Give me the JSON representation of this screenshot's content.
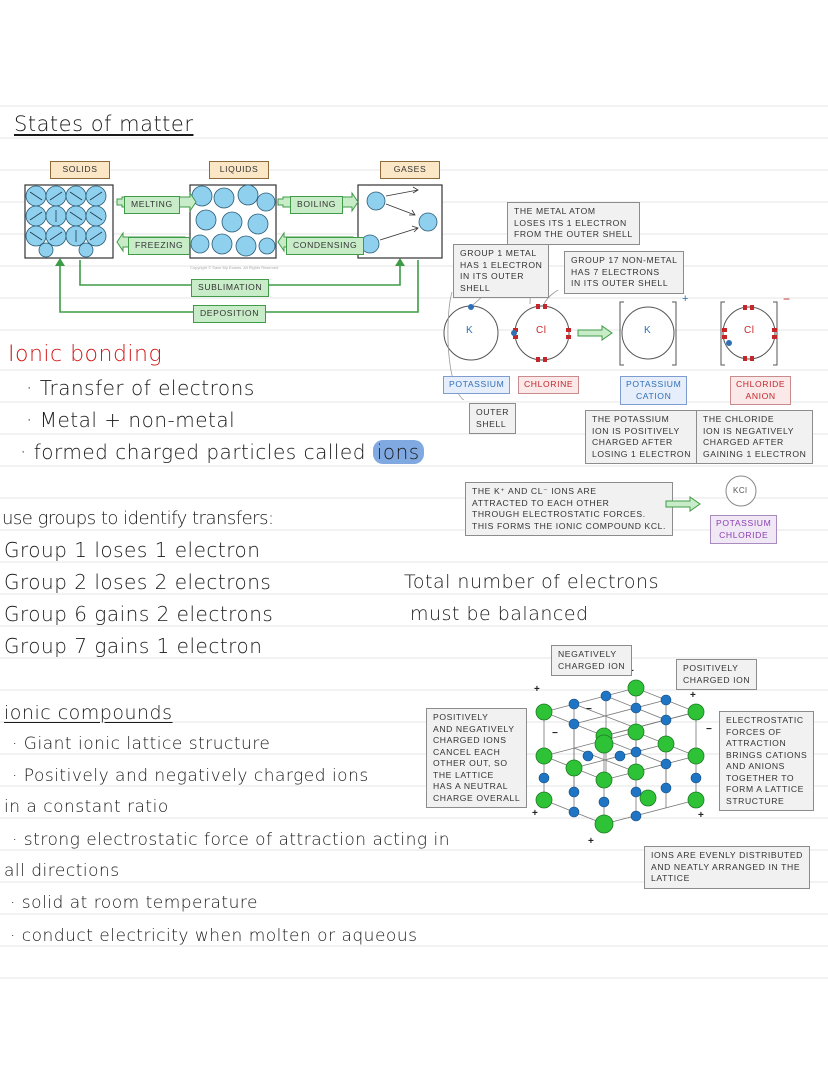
{
  "states": {
    "heading": "States of matter",
    "solids": "SOLIDS",
    "liquids": "LIQUIDS",
    "gases": "GASES",
    "melting": "MELTING",
    "freezing": "FREEZING",
    "boiling": "BOILING",
    "condensing": "CONDENSING",
    "sublimation": "SUBLIMATION",
    "deposition": "DEPOSITION",
    "copyright": "Copyright © Save My Exams. All Rights Reserved"
  },
  "ionic_bonding": {
    "heading": "Ionic bonding",
    "bullets": [
      "· Transfer of electrons",
      "· Metal + non-metal",
      "· formed charged particles called"
    ],
    "highlight": "ions",
    "callout_metal_atom": "THE METAL ATOM\nLOSES ITS 1 ELECTRON\nFROM THE OUTER SHELL",
    "callout_group1": "GROUP 1 METAL\nHAS 1 ELECTRON\nIN ITS OUTER\nSHELL",
    "callout_group17": "GROUP 17 NON-METAL\nHAS 7 ELECTRONS\nIN ITS OUTER SHELL",
    "k_symbol": "K",
    "cl_symbol": "Cl",
    "plus_sign": "+",
    "minus_sign": "−",
    "label_potassium": "POTASSIUM",
    "label_chlorine": "CHLORINE",
    "label_potassium_cation": "POTASSIUM\nCATION",
    "label_chloride_anion": "CHLORIDE\nANION",
    "callout_outer_shell": "OUTER\nSHELL",
    "callout_k_ion": "THE POTASSIUM\nION IS POSITIVELY\nCHARGED AFTER\nLOSING 1 ELECTRON",
    "callout_cl_ion": "THE CHLORIDE\nION IS NEGATIVELY\nCHARGED AFTER\nGAINING 1 ELECTRON",
    "callout_attraction": "THE K⁺ AND Cl⁻ IONS ARE\nATTRACTED TO EACH OTHER\nTHROUGH ELECTROSTATIC FORCES.\nTHIS FORMS THE IONIC COMPOUND KCl.",
    "kcl_symbol": "KCl",
    "label_potassium_chloride": "POTASSIUM\nCHLORIDE"
  },
  "groups": {
    "heading": "use groups to identify transfers:",
    "lines": [
      "Group 1 loses 1 electron",
      "Group 2 loses 2 electrons",
      "Group 6 gains 2 electrons",
      "Group 7 gains 1 electron"
    ],
    "note_line1": "Total number of electrons",
    "note_line2": "must be balanced"
  },
  "ionic_compounds": {
    "heading": "ionic compounds",
    "bullets": [
      "· Giant ionic lattice structure",
      "· Positively and negatively charged ions",
      "in a constant ratio",
      "· strong electrostatic force of attraction acting in",
      "all directions",
      "· solid at room temperature",
      "· conduct electricity when molten or aqueous"
    ],
    "callout_negative": "NEGATIVELY\nCHARGED ION",
    "callout_positive": "POSITIVELY\nCHARGED ION",
    "callout_cancel": "POSITIVELY\nAND NEGATIVELY\nCHARGED IONS\nCANCEL EACH\nOTHER OUT, SO\nTHE LATTICE\nHAS A NEUTRAL\nCHARGE OVERALL",
    "callout_forces": "ELECTROSTATIC\nFORCES OF\nATTRACTION\nBRINGS CATIONS\nAND ANIONS\nTOGETHER TO\nFORM A LATTICE\nSTRUCTURE",
    "callout_even": "IONS ARE EVENLY DISTRIBUTED\nAND NEATLY ARRANGED IN THE\nLATTICE"
  },
  "colors": {
    "particle_blue": "#8fd0ef",
    "ion_green": "#2ec236",
    "ion_blue": "#1f74c4",
    "ink_red": "#d01818"
  }
}
